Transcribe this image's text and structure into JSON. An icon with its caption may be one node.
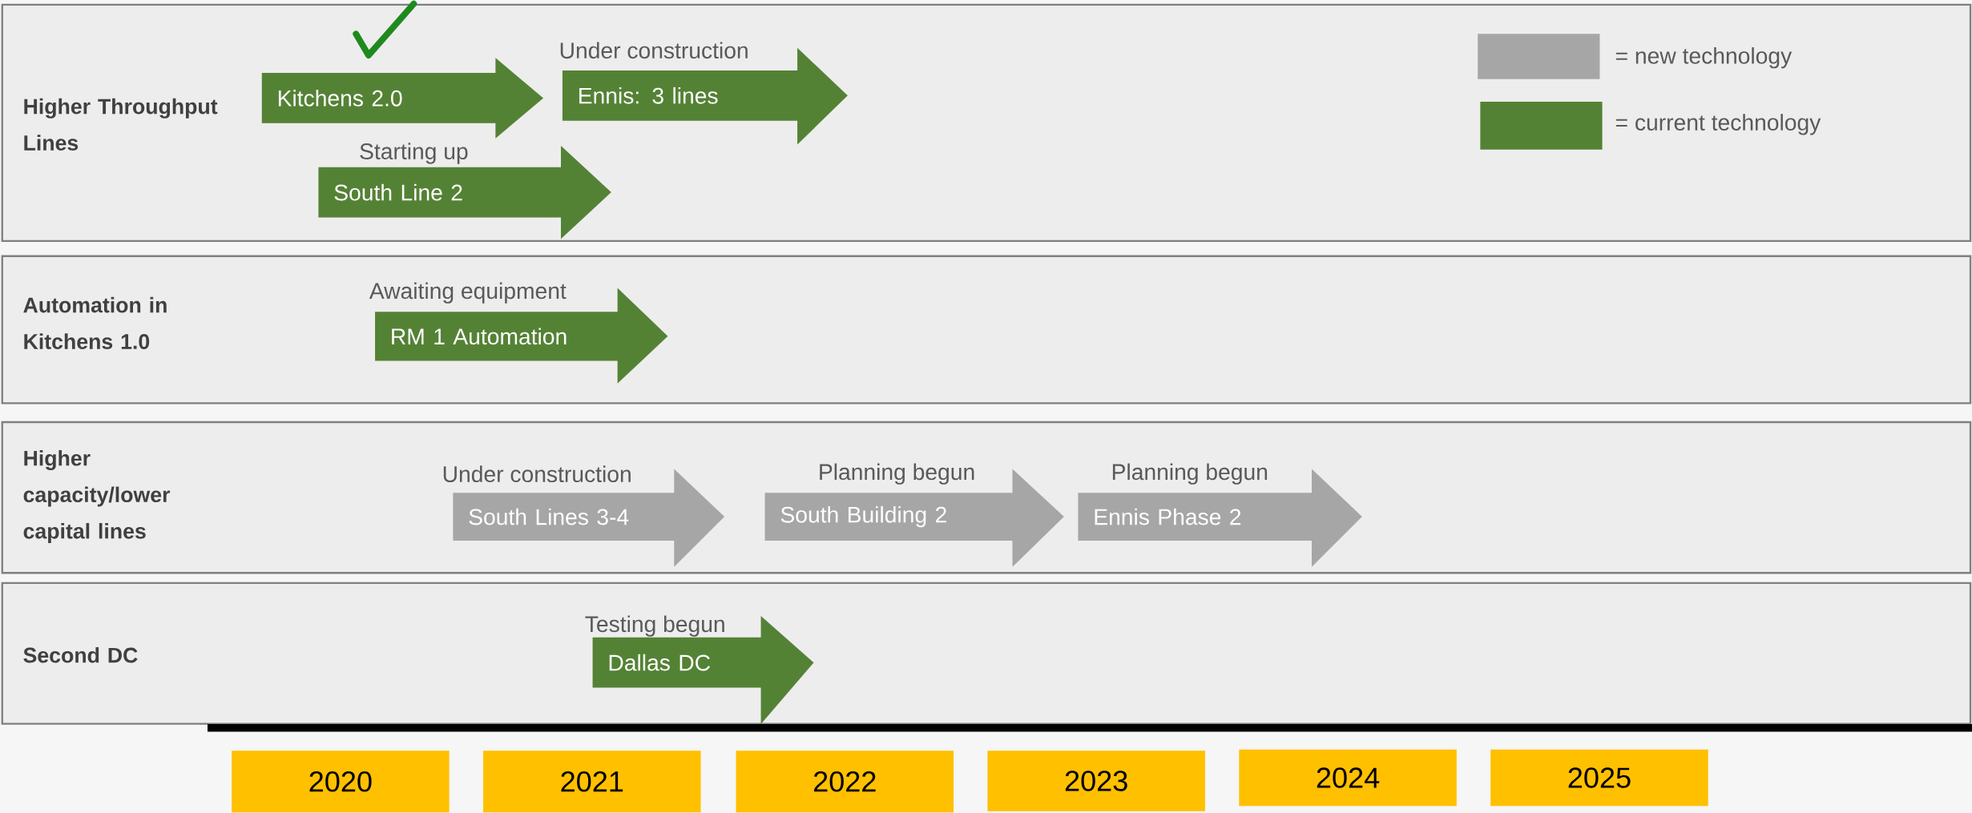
{
  "diagram": {
    "nodes": [
      {
        "text": [
          "Higher Throughput Lines"
        ]
      },
      {
        "text": [
          "Kitchens 2.0"
        ],
        "in": 0
      },
      {
        "text": [
          "Under construction",
          "Ennis: 3 lines"
        ],
        "in": 0
      },
      {
        "text": [
          "Starting up",
          "South Line 2"
        ],
        "in": 0
      },
      {
        "text": [
          "Automation in Kitchens 1.0"
        ]
      },
      {
        "text": [
          "Awaiting equipment",
          "RM 1 Automation"
        ],
        "in": 4
      },
      {
        "text": [
          "Higher capacity/lower capital lines"
        ]
      },
      {
        "text": [
          "Under construction",
          "South Lines 3-4"
        ],
        "in": 6
      },
      {
        "text": [
          "Planning begun",
          "South Building 2"
        ],
        "in": 6
      },
      {
        "text": [
          "Planning begun",
          "Ennis Phase 2"
        ],
        "in": 6
      },
      {
        "text": [
          "Second DC"
        ]
      },
      {
        "text": [
          "Testing begun",
          "Dallas DC"
        ],
        "in": 10
      },
      {
        "text": [
          "2020"
        ]
      },
      {
        "text": [
          "2021"
        ]
      },
      {
        "text": [
          "2022"
        ]
      },
      {
        "text": [
          "2023"
        ]
      },
      {
        "text": [
          "2024"
        ]
      },
      {
        "text": [
          "2025"
        ]
      }
    ],
    "legend": [
      {
        "text": "= new technology",
        "color": "#a6a6a6"
      },
      {
        "text": "= current technology",
        "color": "#548235"
      }
    ]
  }
}
